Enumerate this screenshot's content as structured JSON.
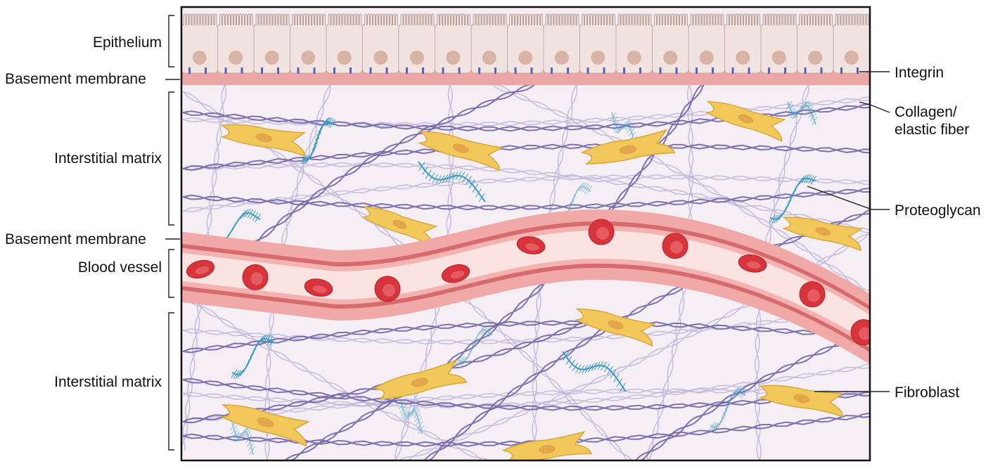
{
  "labels": {
    "epithelium": "Epithelium",
    "basement_membrane_top": "Basement membrane",
    "interstitial_matrix_top": "Interstitial matrix",
    "basement_membrane_vessel": "Basement membrane",
    "blood_vessel": "Blood vessel",
    "interstitial_matrix_bottom": "Interstitial matrix",
    "integrin": "Integrin",
    "collagen_line1": "Collagen/",
    "collagen_line2": "elastic fiber",
    "proteoglycan": "Proteoglycan",
    "fibroblast": "Fibroblast"
  },
  "colors": {
    "matrix_background": "#f5eef5",
    "epithelial_cell": "#f1e3df",
    "nucleus": "#d9b4a6",
    "basement_membrane": "#eaa7a5",
    "integrin": "#5a63b8",
    "collagen_dark": "#6e66a8",
    "collagen_light": "#b7b1d8",
    "proteoglycan": "#3a9cc6",
    "fibroblast": "#f3c85a",
    "vessel_wall": "#f0a9a6",
    "vessel_wall_dark": "#d66a6d",
    "vessel_lumen": "#fbe3e1",
    "red_blood_cell": "#d8343c"
  },
  "icons": [
    "epithelial-cell",
    "integrin",
    "collagen-fiber",
    "proteoglycan",
    "fibroblast",
    "red-blood-cell"
  ]
}
